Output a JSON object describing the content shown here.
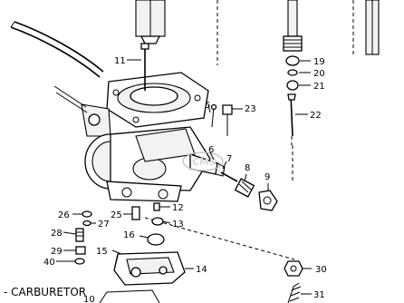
{
  "diagram": {
    "caption": "- CARBURETOR",
    "watermark": "CMS",
    "callouts": [
      {
        "id": "c11",
        "text": "11"
      },
      {
        "id": "c19",
        "text": "19"
      },
      {
        "id": "c20",
        "text": "20"
      },
      {
        "id": "c21",
        "text": "21"
      },
      {
        "id": "c5",
        "text": "5"
      },
      {
        "id": "c23",
        "text": "23"
      },
      {
        "id": "c22",
        "text": "22"
      },
      {
        "id": "c6",
        "text": "6"
      },
      {
        "id": "c7",
        "text": "7"
      },
      {
        "id": "c8",
        "text": "8"
      },
      {
        "id": "c9",
        "text": "9"
      },
      {
        "id": "c12",
        "text": "12"
      },
      {
        "id": "c26",
        "text": "26"
      },
      {
        "id": "c27",
        "text": "27"
      },
      {
        "id": "c25",
        "text": "25"
      },
      {
        "id": "c13",
        "text": "13"
      },
      {
        "id": "c28",
        "text": "28"
      },
      {
        "id": "c16",
        "text": "16"
      },
      {
        "id": "c29",
        "text": "29"
      },
      {
        "id": "c15",
        "text": "15"
      },
      {
        "id": "c40",
        "text": "40"
      },
      {
        "id": "c14",
        "text": "14"
      },
      {
        "id": "c30",
        "text": "30"
      },
      {
        "id": "c31",
        "text": "31"
      },
      {
        "id": "c10",
        "text": "10"
      }
    ]
  }
}
